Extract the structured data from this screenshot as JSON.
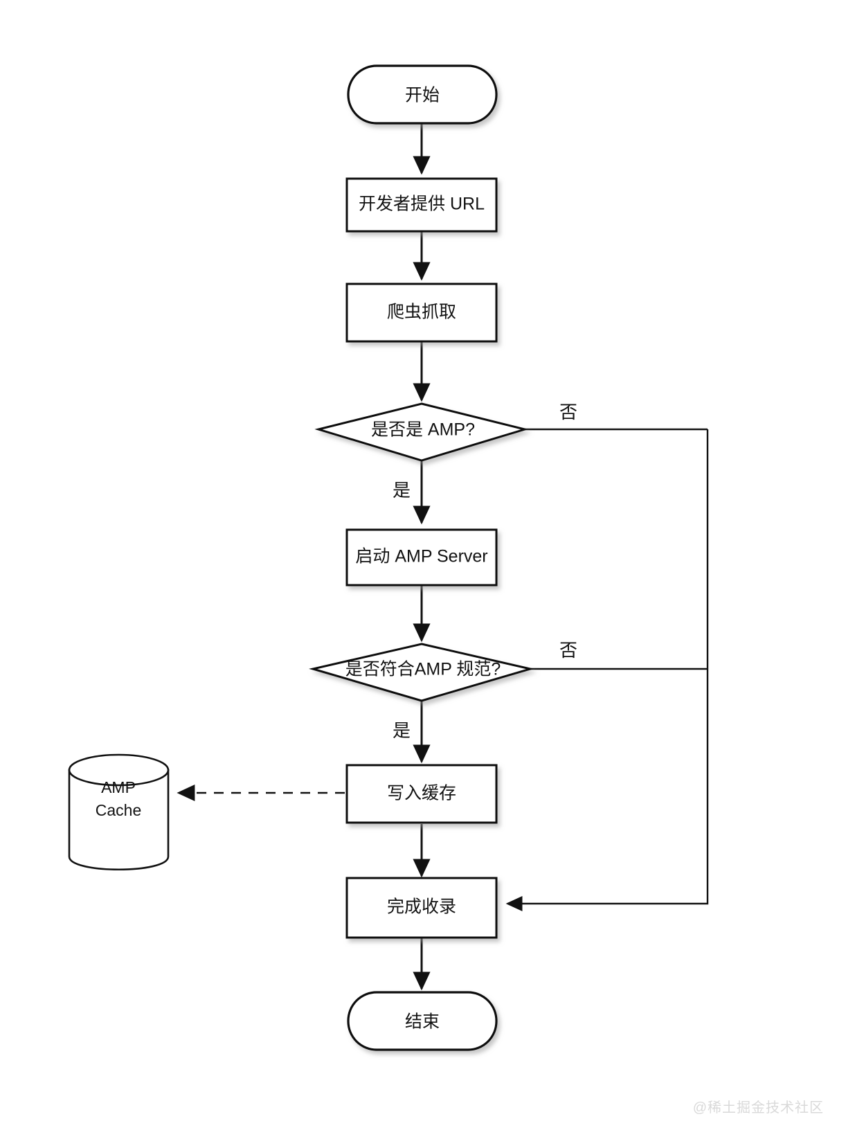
{
  "diagram": {
    "title": "AMP 收录流程图",
    "background_color": "#ffffff",
    "line_color": "#111111",
    "nodes": {
      "start": {
        "label": "开始",
        "shape": "stadium"
      },
      "provide_url": {
        "label": "开发者提供 URL",
        "shape": "rect"
      },
      "crawl": {
        "label": "爬虫抓取",
        "shape": "rect"
      },
      "is_amp": {
        "label": "是否是 AMP?",
        "shape": "diamond"
      },
      "start_server": {
        "label": "启动 AMP Server",
        "shape": "rect"
      },
      "is_valid": {
        "label": "是否符合AMP 规范?",
        "shape": "diamond"
      },
      "write_cache": {
        "label": "写入缓存",
        "shape": "rect"
      },
      "amp_cache": {
        "label_line1": "AMP",
        "label_line2": "Cache",
        "shape": "cylinder"
      },
      "finish_index": {
        "label": "完成收录",
        "shape": "rect"
      },
      "end": {
        "label": "结束",
        "shape": "stadium"
      }
    },
    "edge_labels": {
      "is_amp_no": "否",
      "is_amp_yes": "是",
      "is_valid_no": "否",
      "is_valid_yes": "是"
    }
  },
  "watermark": {
    "text": "@稀土掘金技术社区",
    "color": "#d9d9d9"
  }
}
